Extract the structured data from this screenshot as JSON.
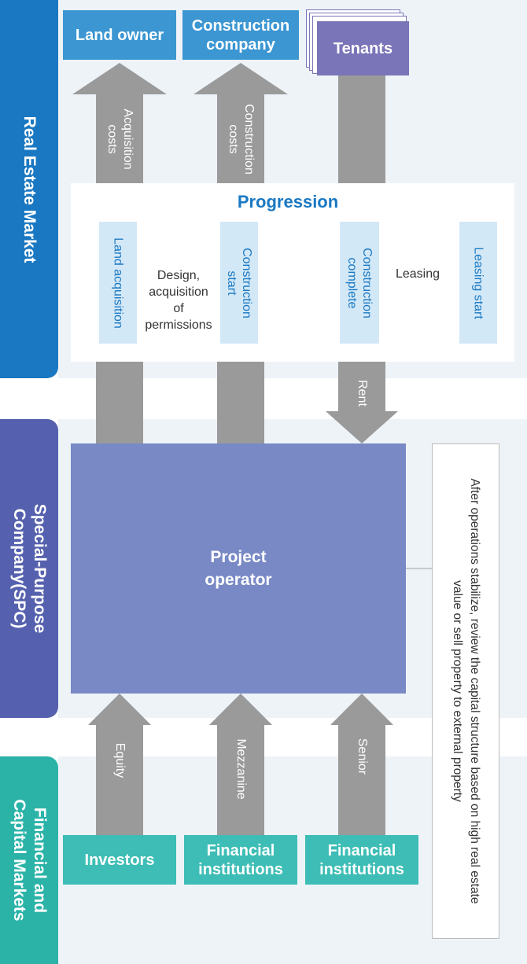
{
  "sections": {
    "real_estate_market": "Real Estate Market",
    "spc": "Special-Purpose\nCompany(SPC)",
    "financial_capital_markets": "Financial and\nCapital Markets"
  },
  "top_entities": {
    "land_owner": "Land owner",
    "construction_company": "Construction\ncompany",
    "tenants": "Tenants"
  },
  "top_arrows": {
    "acquisition_costs": "Acquisition\ncosts",
    "construction_costs": "Construction\ncosts",
    "rent": "Rent"
  },
  "progression": {
    "title": "Progression",
    "steps": [
      "Land acquisition",
      "Construction\nstart",
      "Construction\ncomplete",
      "Leasing start"
    ],
    "transitions": [
      "Design,\nacquisition\nof\npermissions",
      "",
      "Leasing"
    ]
  },
  "spc": {
    "operator": "Project\noperator",
    "note": "After operations stabilize, review the capital structure based on high real estate value or sell property to external property"
  },
  "bottom_arrows": {
    "equity": "Equity",
    "mezzanine": "Mezzanine",
    "senior": "Senior"
  },
  "bottom_entities": {
    "investors": "Investors",
    "financial_institutions_1": "Financial\ninstitutions",
    "financial_institutions_2": "Financial\ninstitutions"
  },
  "colors": {
    "real_estate": "#1a78c2",
    "spc": "#5561ae",
    "spc_box": "#7889c5",
    "financial": "#2bb3a8",
    "arrow": "#9a9a9a",
    "tenants": "#7a74b8"
  }
}
